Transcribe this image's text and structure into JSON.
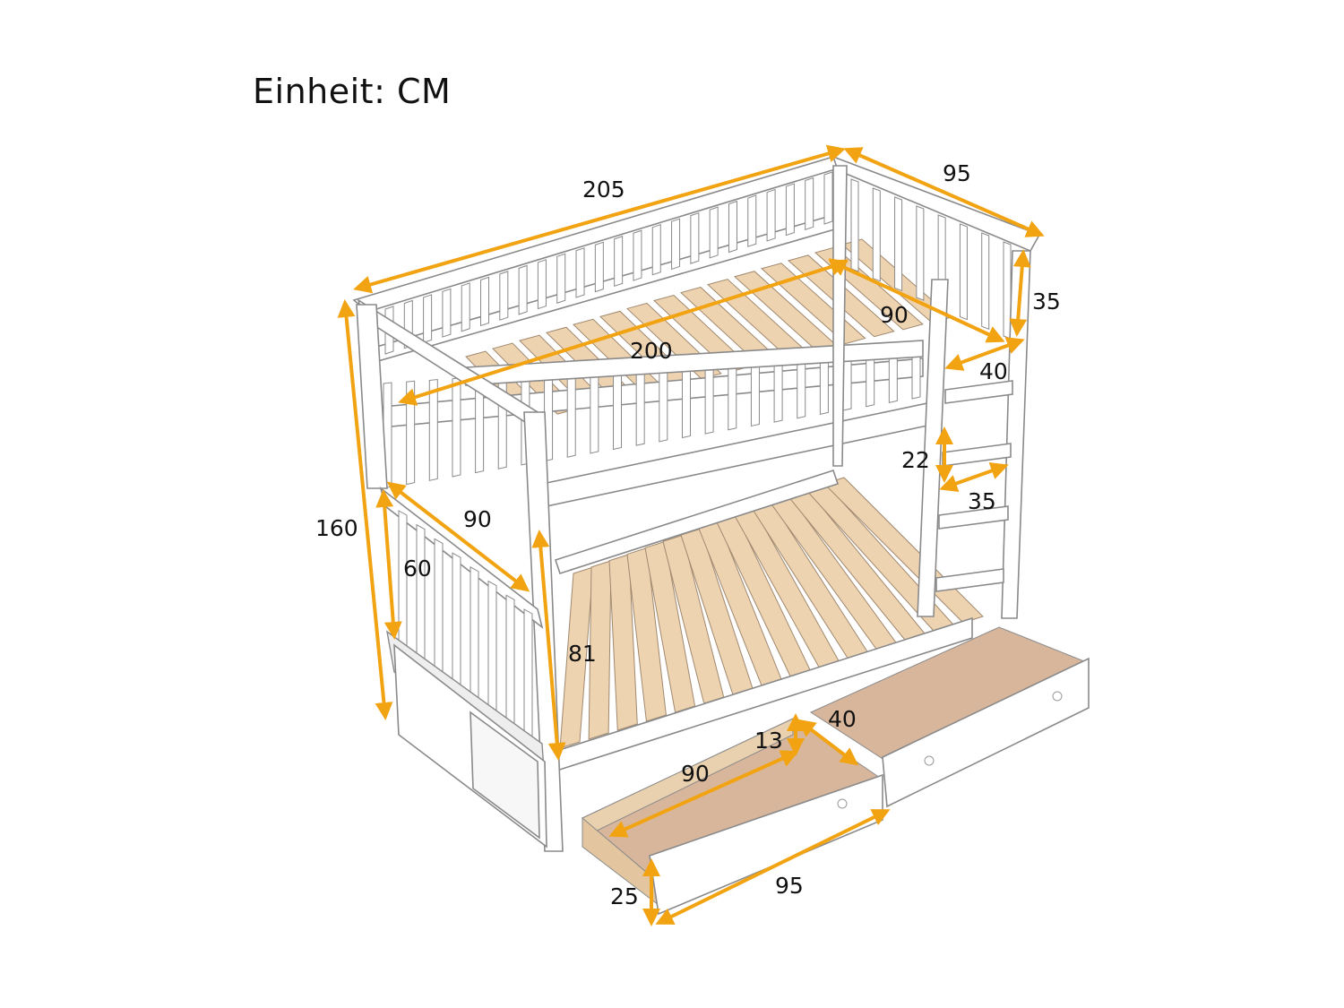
{
  "unit_label": "Einheit: CM",
  "colors": {
    "arrow": "#f2a312",
    "slat": "#eed3b1",
    "drawer_inside": "#d8b69c",
    "frame": "#ffffff"
  },
  "dimensions": {
    "total_length": "205",
    "total_width": "95",
    "guardrail_height": "35",
    "mattress_width": "90",
    "mattress_length": "200",
    "ladder_opening": "40",
    "total_height": "160",
    "end_panel_width": "90",
    "end_panel_height": "60",
    "lower_clearance": "81",
    "ladder_step_spacing": "22",
    "ladder_step_width": "35",
    "drawer_inner_length": "90",
    "drawer_inner_height": "13",
    "drawer_depth": "40",
    "drawer_front_height": "25",
    "drawer_front_length": "95"
  }
}
